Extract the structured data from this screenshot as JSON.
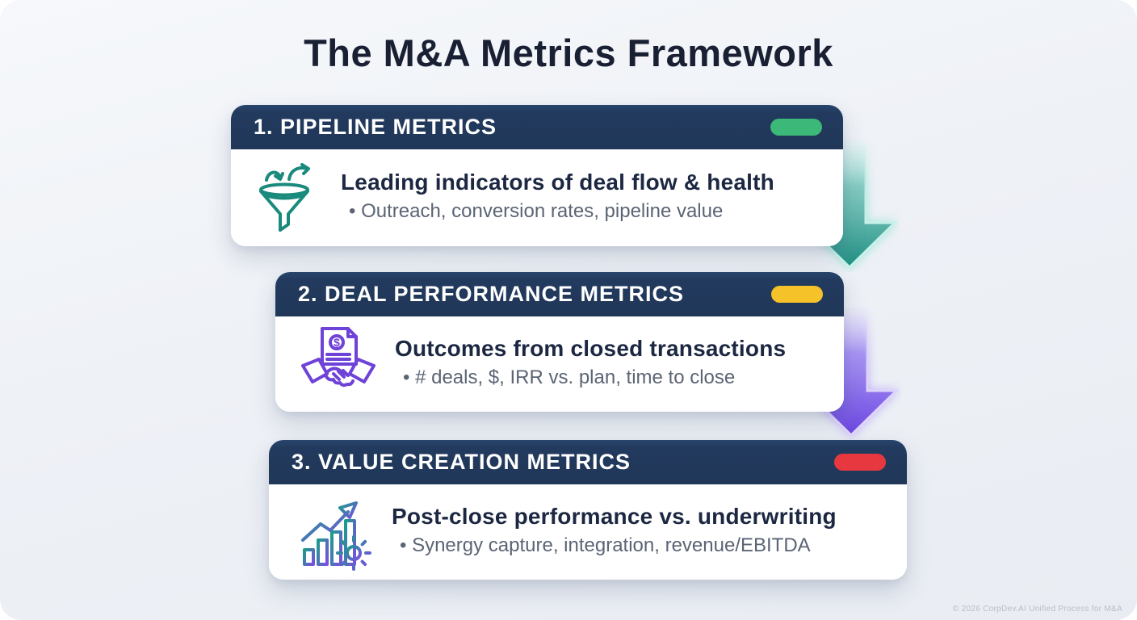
{
  "title": "The M&A Metrics Framework",
  "cards": [
    {
      "header": "1. PIPELINE METRICS",
      "pill_color": "#3cb878",
      "icon": "funnel-icon",
      "headline": "Leading indicators of deal flow & health",
      "bullet": "Outreach, conversion rates, pipeline value"
    },
    {
      "header": "2. DEAL PERFORMANCE METRICS",
      "pill_color": "#f5c22a",
      "icon": "handshake-document-icon",
      "headline": "Outcomes from closed transactions",
      "bullet": "# deals, $, IRR vs. plan, time to close"
    },
    {
      "header": "3. VALUE CREATION METRICS",
      "pill_color": "#e8383f",
      "icon": "growth-chart-gear-icon",
      "headline": "Post-close performance vs. underwriting",
      "bullet": "Synergy capture, integration, revenue/EBITDA"
    }
  ],
  "colors": {
    "header_navy": "#223a5e",
    "arrow_teal": "#1f8f82",
    "arrow_purple": "#6b46e0",
    "icon_teal": "#1a8a7d",
    "icon_purple": "#6f42d8",
    "background": "#edf0f5"
  },
  "footer": "© 2026 CorpDev.AI Unified Process for M&A"
}
